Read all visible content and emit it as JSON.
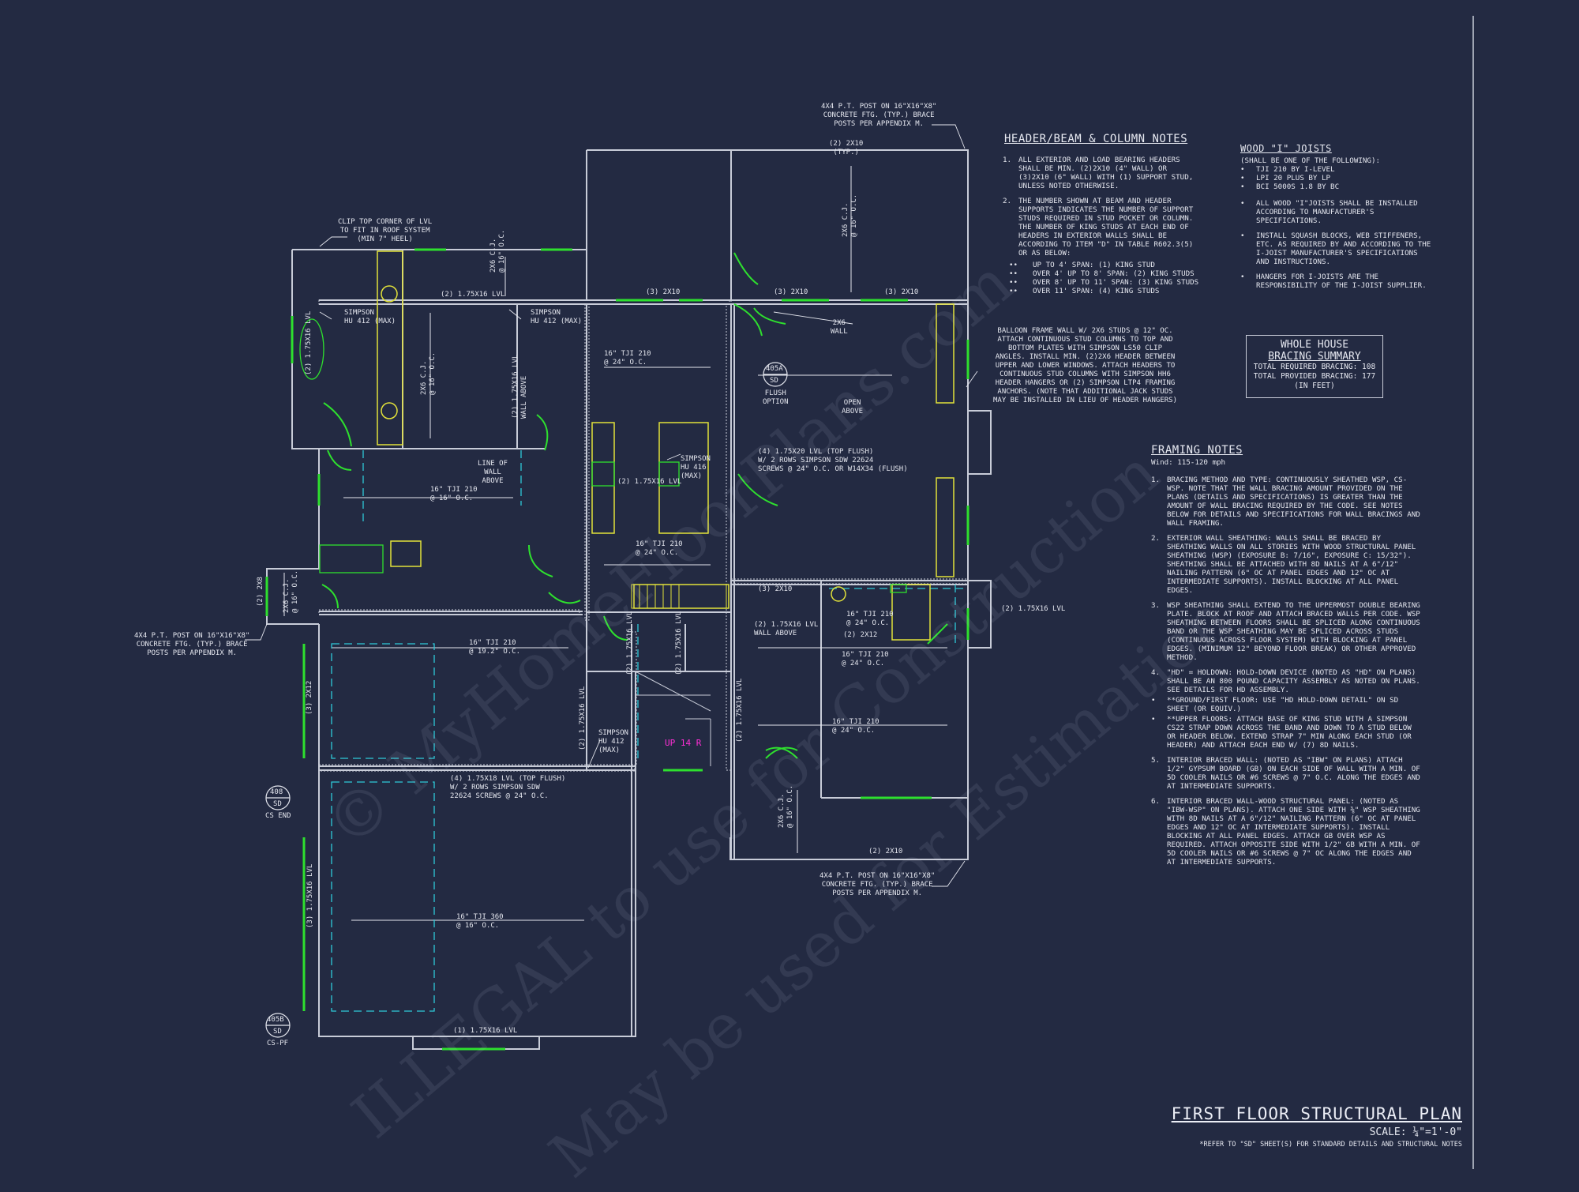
{
  "title": {
    "main": "FIRST FLOOR STRUCTURAL PLAN",
    "scale": "SCALE: ¼\"=1'-0\"",
    "reference": "*REFER TO \"SD\" SHEET(S) FOR STANDARD DETAILS AND STRUCTURAL NOTES"
  },
  "header_notes": {
    "heading": "HEADER/BEAM & COLUMN NOTES",
    "items": [
      {
        "num": "1.",
        "text": "ALL EXTERIOR AND LOAD BEARING HEADERS SHALL BE MIN. (2)2x10 (4\" WALL) OR (3)2x10 (6\" WALL) WITH (1) SUPPORT STUD, UNLESS NOTED OTHERWISE."
      },
      {
        "num": "2.",
        "text": "THE NUMBER SHOWN AT BEAM AND HEADER SUPPORTS INDICATES THE NUMBER OF SUPPORT STUDS REQUIRED IN STUD POCKET OR COLUMN. THE NUMBER OF KING STUDS AT EACH END OF HEADERS IN EXTERIOR WALLS SHALL BE ACCORDING TO ITEM \"d\" IN TABLE R602.3(5) OR AS BELOW:"
      }
    ],
    "bullets": [
      "UP TO 4' SPAN: (1) KING STUD",
      "OVER 4' UP TO 8' SPAN: (2) KING STUDS",
      "OVER 8' UP TO 11' SPAN: (3) KING STUDS",
      "OVER 11' SPAN: (4) KING STUDS"
    ]
  },
  "joist_notes": {
    "heading": "WOOD \"I\" JOISTS",
    "intro": "(SHALL BE ONE OF THE FOLLOWING):",
    "options": [
      "TJI 210 BY I-LEVEL",
      "LPI 20 PLUS BY LP",
      "BCI 5000s 1.8 BY BC"
    ],
    "items": [
      "ALL WOOD \"I\"JOISTS SHALL BE INSTALLED ACCORDING TO MANUFACTURER'S SPECIFICATIONS.",
      "INSTALL SQUASH BLOCKS, WEB STIFFENERS, ETC. AS REQUIRED BY AND ACCORDING TO THE I-JOIST MANUFACTURER'S SPECIFICATIONS AND INSTRUCTIONS.",
      "HANGERS FOR I-JOISTS ARE THE RESPONSIBILITY OF THE I-JOIST SUPPLIER."
    ]
  },
  "bracing_summary": {
    "heading_1": "WHOLE HOUSE",
    "heading_2": "BRACING SUMMARY",
    "required": "TOTAL REQUIRED BRACING: 108",
    "provided": "TOTAL PROVIDED BRACING: 177",
    "units": "(IN FEET)"
  },
  "framing_notes": {
    "heading": "FRAMING NOTES",
    "wind": "Wind: 115-120 mph",
    "items": [
      {
        "num": "1.",
        "text": "BRACING METHOD AND TYPE: CONTINUOUSLY SHEATHED WSP, CS-WSP. NOTE THAT THE WALL BRACING AMOUNT PROVIDED ON THE PLANS (DETAILS AND SPECIFICATIONS) IS GREATER THAN THE AMOUNT OF WALL BRACING REQUIRED BY THE CODE. SEE NOTES BELOW FOR DETAILS AND SPECIFICATIONS FOR WALL BRACINGS AND WALL FRAMING."
      },
      {
        "num": "2.",
        "text": "EXTERIOR WALL SHEATHING: WALLS SHALL BE BRACED BY SHEATHING WALLS ON ALL STORIES WITH WOOD STRUCTURAL PANEL SHEATHING (WSP) (EXPOSURE B: 7/16\", EXPOSURE C: 15/32\"). SHEATHING SHALL BE ATTACHED WITH 8d NAILS AT A 6\"/12\" NAILING PATTERN (6\" OC AT PANEL EDGES AND 12\" OC AT INTERMEDIATE SUPPORTS). INSTALL BLOCKING AT ALL PANEL EDGES."
      },
      {
        "num": "3.",
        "text": "WSP SHEATHING SHALL EXTEND TO THE UPPERMOST DOUBLE BEARING PLATE. BLOCK AT ROOF AND ATTACH BRACED WALLS PER CODE. WSP SHEATHING BETWEEN FLOORS SHALL BE SPLICED ALONG CONTINUOUS BAND OR THE WSP SHEATHING MAY BE SPLICED ACROSS STUDS (CONTINUOUS ACROSS FLOOR SYSTEM) WITH BLOCKING AT PANEL EDGES. (MINIMUM 12\" BEYOND FLOOR BREAK) OR OTHER APPROVED METHOD."
      },
      {
        "num": "4.",
        "text": "\"HD\" = HOLDOWN: HOLD-DOWN DEVICE (NOTED AS \"HD\" ON PLANS) SHALL BE AN 800 POUND CAPACITY ASSEMBLY AS NOTED ON PLANS. SEE DETAILS FOR HD ASSEMBLY."
      },
      {
        "num": "•",
        "text": "**GROUND/FIRST FLOOR: USE \"HD HOLD-DOWN DETAIL\" ON SD SHEET (OR EQUIV.)"
      },
      {
        "num": "•",
        "text": "**UPPER FLOORS: ATTACH BASE OF KING STUD WITH A SIMPSON CS22 STRAP DOWN ACROSS THE BAND AND DOWN TO A STUD BELOW OR HEADER BELOW. EXTEND STRAP 7\" MIN ALONG EACH STUD (OR HEADER) AND ATTACH EACH END W/ (7) 8d NAILS."
      },
      {
        "num": "5.",
        "text": "INTERIOR BRACED WALL: (NOTED AS \"IBW\" ON PLANS) ATTACH 1/2\" GYPSUM BOARD (GB) ON EACH SIDE OF WALL WITH A MIN. OF 5d COOLER NAILS OR #6 SCREWS @ 7\" O.C. ALONG THE EDGES AND AT INTERMEDIATE SUPPORTS."
      },
      {
        "num": "6.",
        "text": "INTERIOR BRACED WALL-WOOD STRUCTURAL PANEL: (NOTED AS \"IBW-WSP\" ON PLANS). ATTACH ONE SIDE WITH ⅜\" WSP SHEATHING WITH 8d NAILS AT A 6\"/12\" NAILING PATTERN (6\" OC AT PANEL EDGES AND 12\" OC AT INTERMEDIATE SUPPORTS). INSTALL BLOCKING AT ALL PANEL EDGES. ATTACH GB OVER WSP AS REQUIRED. ATTACH OPPOSITE SIDE WITH 1/2\" GB WITH A MIN. OF 5d COOLER NAILS OR #6 SCREWS @ 7\" OC ALONG THE EDGES AND AT INTERMEDIATE SUPPORTS."
      }
    ]
  },
  "plan_labels": {
    "post_top": "4x4 P.T. POST ON 16\"x16\"x8\"\nCONCRETE FTG. (TYP.) BRACE\nPOSTS PER APPENDIX M.",
    "post_left": "4x4 P.T. POST ON 16\"x16\"x8\"\nCONCRETE FTG. (TYP.) BRACE\nPOSTS PER APPENDIX M.",
    "post_bottom": "4x4 P.T. POST ON 16\"x16\"x8\"\nCONCRETE FTG. (TYP.) BRACE\nPOSTS PER APPENDIX M.",
    "clip_top": "CLIP TOP CORNER OF LVL\nTO FIT IN ROOF SYSTEM\n(MIN 7\" HEEL)",
    "balloon": "BALLOON FRAME WALL w/ 2x6 STUDS @ 12\" OC.\nATTACH CONTINUOUS STUD COLUMNS TO TOP AND\nBOTTOM PLATES WITH SIMPSON LS50 CLIP\nANGLES. INSTALL MIN. (2)2x6 HEADER BETWEEN\nUPPER AND LOWER WINDOWS. ATTACH HEADERS TO\nCONTINUOUS STUD COLUMNS WITH SIMPSON HH6\nHEADER HANGERS OR (2) SIMPSON LTP4 FRAMING\nANCHORS. (NOTE THAT ADDITIONAL JACK STUDS\nMAY BE INSTALLED IN LIEU OF HEADER HANGERS)",
    "lvl_top": "(2) 1.75x16 LVL",
    "hdr_2x10_a": "(3) 2x10",
    "hdr_2x10_b": "(3) 2x10",
    "hdr_2x10_c": "(3) 2x10",
    "hdr_2x10_top": "(2) 2x10\n(TYP.)",
    "hdr_2x10_bot": "(2) 2x10",
    "wall_2x6": "2x6\nWALL",
    "simpson_hu412_a": "SIMPSON\nHU 412 (MAX)",
    "simpson_hu412_b": "SIMPSON\nHU 412 (MAX)",
    "simpson_hu416": "SIMPSON\nHU 416\n(MAX)",
    "simpson_hu412_c": "SIMPSON\nHU 412\n(MAX)",
    "tji_a": "16\" TJI 210\n@ 24\" O.C.",
    "tji_b": "16\" TJI 210\n@ 16\" O.C.",
    "tji_c": "16\" TJI 210\n@ 24\" O.C.",
    "tji_d": "16\" TJI 210\n@ 19.2\" O.C.",
    "tji_e": "16\" TJI 210\n@ 24\" O.C.",
    "tji_f": "16\" TJI 210\n@ 24\" O.C.",
    "tji_g": "16\" TJI 210\n@ 24\" O.C.",
    "tji_360": "16\" TJI 360\n@ 16\" O.C.",
    "cj_a": "2x6 C.J.\n@ 16\" O.C.",
    "cj_b": "2x6 C.J.\n@ 16\" O.C.",
    "cj_c": "2x6 C.J.\n@ 16\" O.C.",
    "cj_d": "2x6 C.J.\n@ 16\" O.C.",
    "cj_e": "2x6 C.J.\n@ 16\" O.C.",
    "line_of_wall": "LINE OF\nWALL\nABOVE",
    "open_above": "OPEN\nABOVE",
    "flush_option": "FLUSH\nOPTION",
    "lvl_20": "(4) 1.75x20 LVL (TOP FLUSH)\nw/ 2 ROWS SIMPSON SDW 22624\nSCREWS @ 24\" O.C. OR W14x34 (FLUSH)",
    "lvl_18": "(4) 1.75x18 LVL (TOP FLUSH)\nw/ 2 ROWS SIMPSON SDW\n22624 SCREWS @ 24\" O.C.",
    "lvl_mid": "(2) 1.75x16 LVL",
    "lvl_wall_above": "(2) 1.75x16 LVL\nWALL ABOVE",
    "lvl_right": "(2) 1.75x16 LVL",
    "lvl_bottom": "(1) 1.75x16 LVL",
    "hdr_3_2x10": "(3) 2x10",
    "hdr_2_2x12": "(2) 2x12",
    "hdr_3_2x12": "(3) 2x12",
    "hdr_2x8": "(2) 2x8",
    "wall_above_v": "(2) 1.75x16 LVL\nWALL ABOVE",
    "lvl_v_a": "(2) 1.75x16 LVL",
    "lvl_v_b": "(2) 1.75x16 LVL",
    "lvl_v_c": "(2) 1.75x16 LVL",
    "lvl_v_d": "(2) 1.75x16 LVL",
    "lvl_v_e": "(3) 1.75x16 LVL",
    "lvl_v_f": "(2) 1.75x16 LVL",
    "up_stair": "UP 14 R",
    "tag_405a": "405A",
    "tag_sd": "SD",
    "tag_408": "408",
    "tag_cs_end": "CS END",
    "tag_405b": "405B",
    "tag_cs_pf": "CS-PF"
  },
  "watermark": {
    "line1": "© MyHomeFloorPlans.com",
    "line2": "ILLEGAL to use for Construction",
    "line3": "May be used for Estimation"
  },
  "colors": {
    "background": "#232a42",
    "wall": "#c8ccd8",
    "green": "#2ee02e",
    "cyan": "#2ec9d8",
    "yellow": "#e2e23a",
    "magenta": "#ff2fd6"
  }
}
